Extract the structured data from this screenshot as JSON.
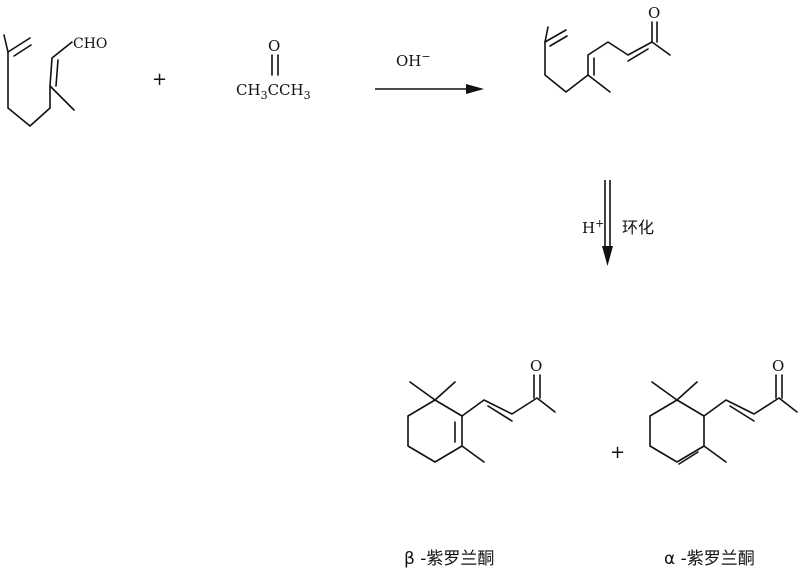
{
  "reagents": {
    "citral_label": "CHO",
    "plus_1": "+",
    "acetone_top": "O",
    "acetone_formula": [
      "CH",
      "3",
      "CCH",
      "3"
    ],
    "step1_reagent": "OH",
    "step1_superscript": "−"
  },
  "intermediate": {
    "oxygen": "O"
  },
  "step2": {
    "reagent": "H",
    "superscript": "+",
    "condition": "环化"
  },
  "products": {
    "beta_oxygen": "O",
    "alpha_oxygen": "O",
    "plus_2": "+",
    "beta_name": "β -紫罗兰酮",
    "alpha_name": "α -紫罗兰酮"
  },
  "colors": {
    "ink": "#111111",
    "background": "#ffffff"
  }
}
